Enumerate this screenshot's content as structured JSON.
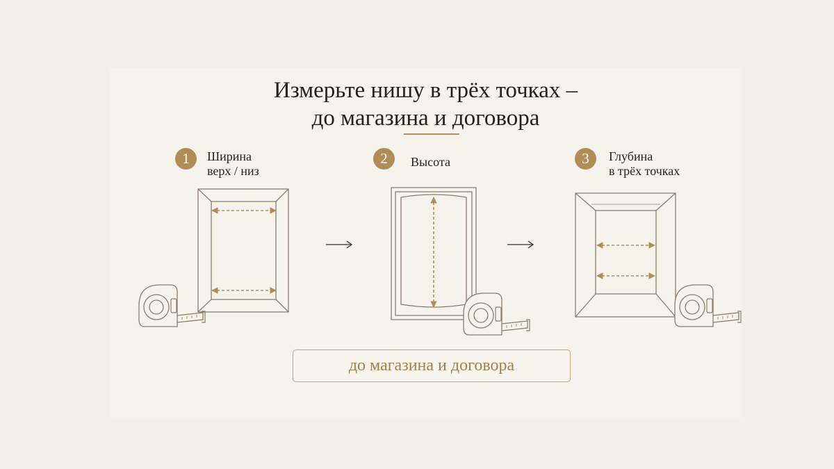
{
  "title": {
    "line1": "Измерьте нишу в трёх точках –",
    "line2": "до магазина и договора"
  },
  "steps": [
    {
      "number": "1",
      "label_line1": "Ширина",
      "label_line2": "верх / низ"
    },
    {
      "number": "2",
      "label_line1": "Высота",
      "label_line2": ""
    },
    {
      "number": "3",
      "label_line1": "Глубина",
      "label_line2": "в трёх точках"
    }
  ],
  "cta": {
    "label": "до магазина и договора"
  },
  "colors": {
    "accent": "#b08d57",
    "line": "#8a7c6c",
    "background": "#f3efe9",
    "card": "#f6f3ec"
  },
  "icons": [
    "step-number-badge",
    "niche-frame-illustration",
    "tape-measure-icon",
    "arrow-right-icon",
    "double-arrow-dimension"
  ]
}
